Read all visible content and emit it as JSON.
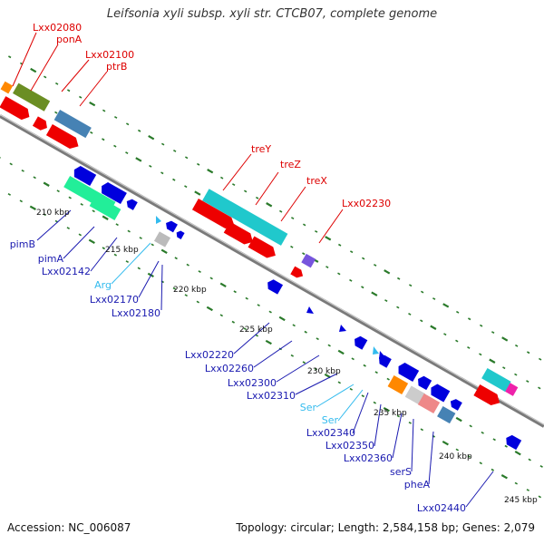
{
  "title": "Leifsonia xyli subsp. xyli str. CTCB07, complete genome",
  "footer": {
    "accession": "Accession: NC_006087",
    "summary": "Topology: circular; Length: 2,584,158 bp; Genes: 2,079"
  },
  "colors": {
    "backbone": "#8c8c8c",
    "forward_label": "#dd0000",
    "reverse_label": "#1a1ab0",
    "rna_label": "#33bbee",
    "tick": "#2a7a2a"
  },
  "scale_labels": [
    "210 kbp",
    "215 kbp",
    "220 kbp",
    "225 kbp",
    "230 kbp",
    "235 kbp",
    "240 kbp",
    "245 kbp"
  ],
  "top_labels": [
    "Lxx02080",
    "ponA",
    "Lxx02100",
    "ptrB",
    "treY",
    "treZ",
    "treX",
    "Lxx02230"
  ],
  "bottom_labels": [
    "pimB",
    "pimA",
    "Lxx02142",
    "Arg",
    "Lxx02170",
    "Lxx02180",
    "Lxx02220",
    "Lxx02260",
    "Lxx02300",
    "Lxx02310",
    "Ser",
    "Ser",
    "Lxx02340",
    "Lxx02350",
    "Lxx02360",
    "serS",
    "pheA",
    "Lxx02440"
  ]
}
